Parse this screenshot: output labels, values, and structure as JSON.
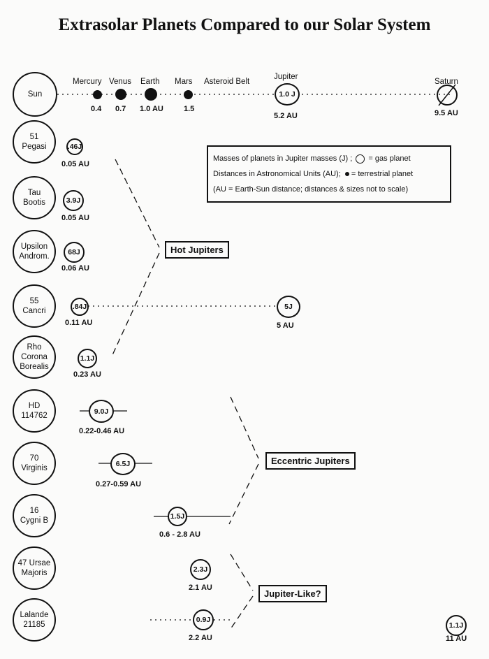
{
  "title": "Extrasolar Planets Compared to our Solar System",
  "solar_system": {
    "star": "Sun",
    "planets": [
      {
        "name": "Mercury",
        "dist": "0.4",
        "type": "terrestrial"
      },
      {
        "name": "Venus",
        "dist": "0.7",
        "type": "terrestrial"
      },
      {
        "name": "Earth",
        "dist": "1.0 AU",
        "type": "terrestrial"
      },
      {
        "name": "Mars",
        "dist": "1.5",
        "type": "terrestrial"
      },
      {
        "name": "Asteroid Belt"
      },
      {
        "name": "Jupiter",
        "mass": "1.0 J",
        "dist": "5.2 AU",
        "type": "gas"
      },
      {
        "name": "Saturn",
        "dist": "9.5 AU",
        "type": "gas"
      }
    ]
  },
  "legend": {
    "line1_a": "Masses of planets in Jupiter masses (J) ;",
    "line1_b": "= gas planet",
    "line2_a": "Distances  in Astronomical Units (AU);",
    "line2_b": "= terrestrial planet",
    "line3": "(AU = Earth-Sun distance; distances & sizes not to scale)"
  },
  "systems": [
    {
      "star": "51\nPegasi",
      "planets": [
        {
          "mass": ".46J",
          "dist": "0.05 AU"
        }
      ]
    },
    {
      "star": "Tau\nBootis",
      "planets": [
        {
          "mass": "3.9J",
          "dist": "0.05 AU"
        }
      ]
    },
    {
      "star": "Upsilon\nAndrom.",
      "planets": [
        {
          "mass": "68J",
          "dist": "0.06 AU"
        }
      ]
    },
    {
      "star": "55\nCancri",
      "planets": [
        {
          "mass": ".84J",
          "dist": "0.11 AU"
        },
        {
          "mass": "5J",
          "dist": "5 AU"
        }
      ]
    },
    {
      "star": "Rho\nCorona\nBorealis",
      "planets": [
        {
          "mass": "1.1J",
          "dist": "0.23 AU"
        }
      ]
    },
    {
      "star": "HD\n114762",
      "planets": [
        {
          "mass": "9.0J",
          "dist": "0.22-0.46 AU"
        }
      ]
    },
    {
      "star": "70\nVirginis",
      "planets": [
        {
          "mass": "6.5J",
          "dist": "0.27-0.59 AU"
        }
      ]
    },
    {
      "star": "16\nCygni B",
      "planets": [
        {
          "mass": "1.5J",
          "dist": "0.6 - 2.8 AU"
        }
      ]
    },
    {
      "star": "47 Ursae\nMajoris",
      "planets": [
        {
          "mass": "2.3J",
          "dist": "2.1 AU"
        }
      ]
    },
    {
      "star": "Lalande\n21185",
      "planets": [
        {
          "mass": "0.9J",
          "dist": "2.2 AU"
        },
        {
          "mass": "1.1J",
          "dist": "11 AU"
        }
      ]
    }
  ],
  "groups": {
    "hot": "Hot Jupiters",
    "eccentric": "Eccentric Jupiters",
    "jupiter_like": "Jupiter-Like?"
  }
}
